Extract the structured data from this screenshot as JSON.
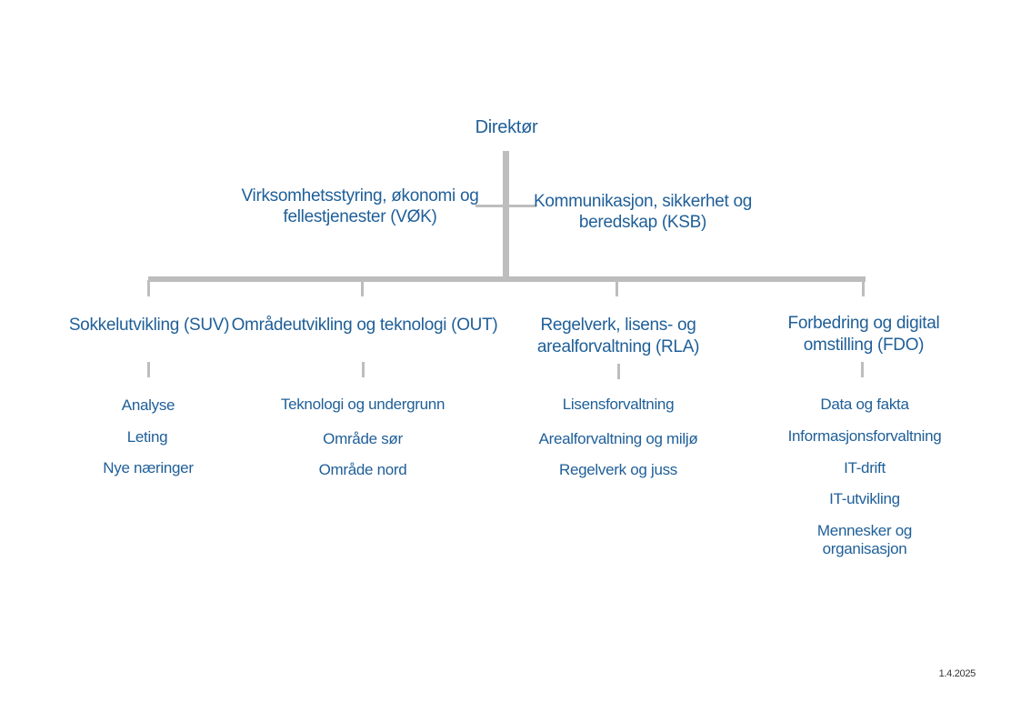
{
  "director": "Direktør",
  "staff_left": {
    "line1": "Virksomhetsstyring, økonomi og",
    "line2": "fellestjenester (VØK)"
  },
  "staff_right": {
    "line1": "Kommunikasjon, sikkerhet og",
    "line2": "beredskap (KSB)"
  },
  "departments": [
    {
      "title_lines": [
        "Sokkelutvikling (SUV)"
      ],
      "units": [
        "Analyse",
        "Leting",
        "Nye næringer"
      ]
    },
    {
      "title_lines": [
        "Områdeutvikling og teknologi (OUT)"
      ],
      "units": [
        "Teknologi og undergrunn",
        "Område sør",
        "Område nord"
      ]
    },
    {
      "title_lines": [
        "Regelverk, lisens- og",
        "arealforvaltning (RLA)"
      ],
      "units": [
        "Lisensforvaltning",
        "Arealforvaltning og miljø",
        "Regelverk og juss"
      ]
    },
    {
      "title_lines": [
        "Forbedring og digital",
        "omstilling (FDO)"
      ],
      "units": [
        "Data og fakta",
        "Informasjonsforvaltning",
        "IT-drift",
        "IT-utvikling",
        "Mennesker og organisasjon"
      ]
    }
  ],
  "date": "1.4.2025",
  "colors": {
    "text": "#1f5f98",
    "line": "#bdbdbd"
  }
}
